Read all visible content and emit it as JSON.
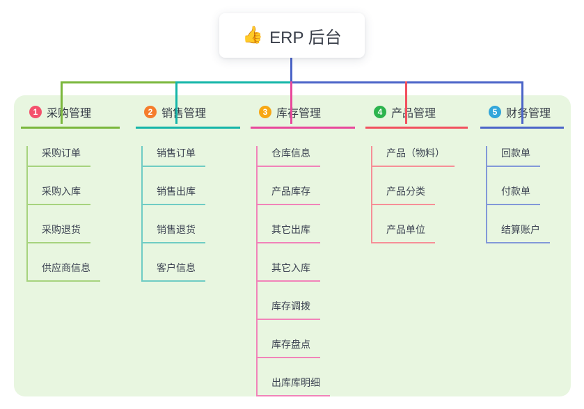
{
  "root": {
    "emoji": "👍",
    "label": "ERP 后台"
  },
  "panel_bg": "#e8f6e0",
  "connector": {
    "stem_color": "#4b64c8",
    "segment_colors": [
      "#7ab73c",
      "#14b5a8",
      "#4b64c8"
    ]
  },
  "branches": [
    {
      "number": "1",
      "label": "采购管理",
      "badge_color": "#f4516c",
      "line_color": "#7ab73c",
      "child_line_color": "#a6d37e",
      "children": [
        "采购订单",
        "采购入库",
        "采购退货",
        "供应商信息"
      ]
    },
    {
      "number": "2",
      "label": "销售管理",
      "badge_color": "#f57d2c",
      "line_color": "#14b5a8",
      "child_line_color": "#6fccc4",
      "children": [
        "销售订单",
        "销售出库",
        "销售退货",
        "客户信息"
      ]
    },
    {
      "number": "3",
      "label": "库存管理",
      "badge_color": "#f7a713",
      "line_color": "#e8489b",
      "child_line_color": "#f183b9",
      "children": [
        "仓库信息",
        "产品库存",
        "其它出库",
        "其它入库",
        "库存调拨",
        "库存盘点",
        "出库库明细"
      ]
    },
    {
      "number": "4",
      "label": "产品管理",
      "badge_color": "#2db44e",
      "line_color": "#f2505e",
      "child_line_color": "#f68f97",
      "children": [
        "产品（物料）",
        "产品分类",
        "产品单位"
      ]
    },
    {
      "number": "5",
      "label": "财务管理",
      "badge_color": "#32a6da",
      "line_color": "#4b64c8",
      "child_line_color": "#8298d8",
      "children": [
        "回款单",
        "付款单",
        "结算账户"
      ]
    }
  ]
}
